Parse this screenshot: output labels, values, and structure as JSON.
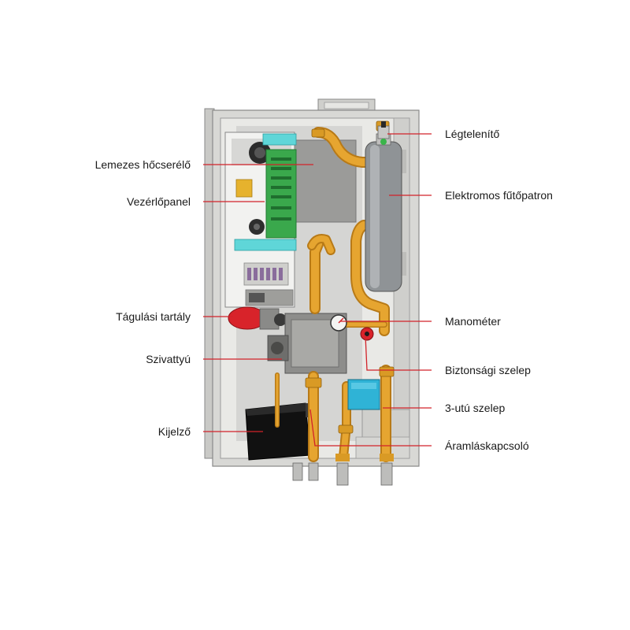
{
  "colors": {
    "leader": "#d2232a",
    "casing": "#d9d9d6",
    "casing_edge": "#8c8c8c",
    "back_panel": "#a7a7a5",
    "pipe": "#e4a12e",
    "pipe_dark": "#b87a17",
    "pcb": "#36a84a",
    "cyan": "#56d4d6",
    "tank": "#8f9396",
    "red_part": "#d8232a",
    "display": "#111111",
    "valve_blue": "#2fb3d6"
  },
  "labels": {
    "heat_exchanger": "Lemezes hőcserélő",
    "control_panel": "Vezérlőpanel",
    "expansion_tank": "Tágulási tartály",
    "pump": "Szivattyú",
    "display": "Kijelző",
    "air_vent": "Légtelenítő",
    "electric_heater": "Elektromos fűtőpatron",
    "manometer": "Manométer",
    "safety_valve": "Biztonsági szelep",
    "three_way_valve": "3-utú szelep",
    "flow_switch": "Áramláskapcsoló"
  }
}
